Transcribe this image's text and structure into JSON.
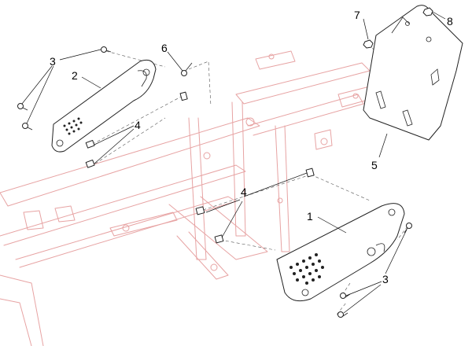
{
  "callouts": {
    "c1": "1",
    "c2": "2",
    "c3_left": "3",
    "c3_right": "3",
    "c4_left": "4",
    "c4_right": "4",
    "c5": "5",
    "c6": "6",
    "c7": "7",
    "c8": "8"
  },
  "colors": {
    "frame_outline": "#e7a3a3",
    "part_outline": "#222222",
    "callout_text": "#000000"
  },
  "parts": [
    {
      "callout": "1",
      "icon": "right-side-cover"
    },
    {
      "callout": "2",
      "icon": "left-side-cover"
    },
    {
      "callout": "3",
      "icon": "screw"
    },
    {
      "callout": "4",
      "icon": "clip"
    },
    {
      "callout": "5",
      "icon": "rear-panel"
    },
    {
      "callout": "6",
      "icon": "bolt"
    },
    {
      "callout": "7",
      "icon": "nut"
    },
    {
      "callout": "8",
      "icon": "nut"
    }
  ]
}
